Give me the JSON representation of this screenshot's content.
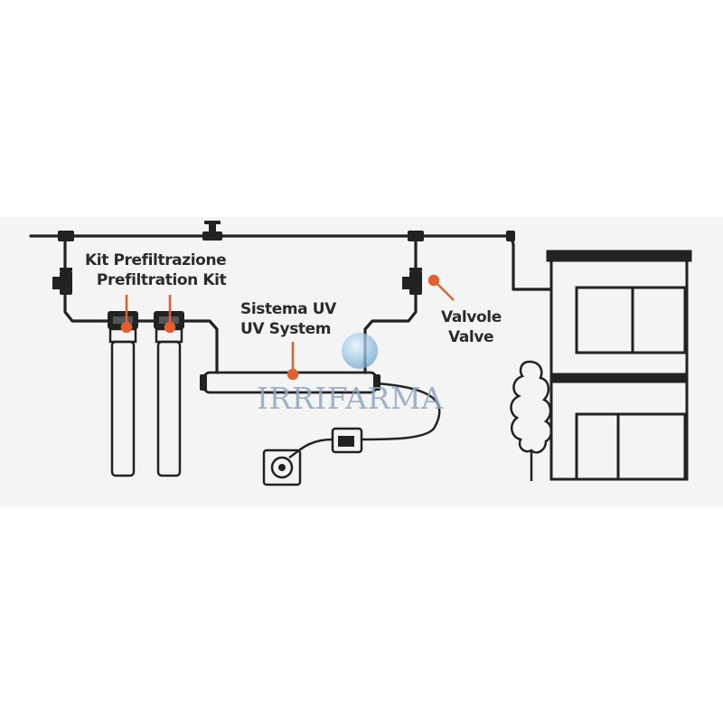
{
  "labels": {
    "prefiltration": {
      "line1": "Kit Prefiltrazione",
      "line2": "Prefiltration Kit"
    },
    "uv_system": {
      "line1": "Sistema UV",
      "line2": "UV System"
    },
    "valve": {
      "line1": "Valvole",
      "line2": "Valve"
    }
  },
  "watermark": {
    "text": "IRRIFARMA"
  },
  "colors": {
    "background_band": "#f4f4f4",
    "line": "#222222",
    "accent": "#e0612f",
    "watermark": "#8fa7bf"
  }
}
